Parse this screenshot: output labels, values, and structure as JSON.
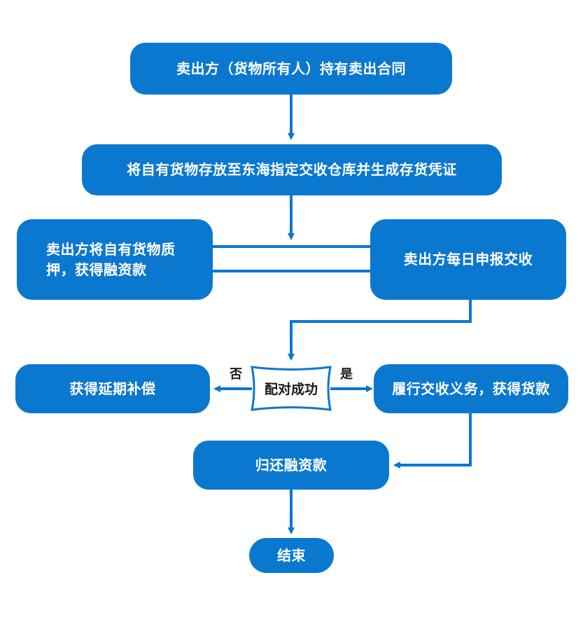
{
  "diagram": {
    "nodes": {
      "seller_contract": "卖出方（货物所有人）持有卖出合同",
      "store_goods": "将自有货物存放至东海指定交收仓库并生成存货凭证",
      "pledge_financing": "卖出方将自有货物质押，获得融资款",
      "daily_report": "卖出方每日申报交收",
      "match_success": "配对成功",
      "delay_compensation": "获得延期补偿",
      "fulfill_obligation": "履行交收义务，获得货款",
      "repay_financing": "归还融资款",
      "end": "结束"
    },
    "labels": {
      "no": "否",
      "yes": "是"
    }
  },
  "colors": {
    "box_fill": "#0b78d0",
    "connector": "#0b78d0",
    "text_on_box": "#ffffff",
    "decision_text": "#1a1a1a"
  }
}
